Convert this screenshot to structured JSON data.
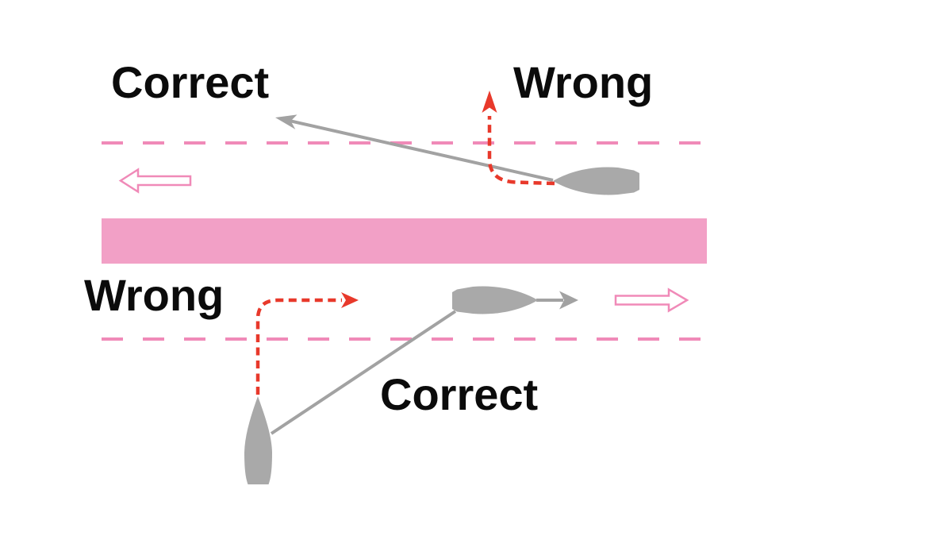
{
  "labels": {
    "top_left": "Correct",
    "top_right": "Wrong",
    "bottom_left": "Wrong",
    "bottom_center": "Correct"
  },
  "colors": {
    "background": "#ffffff",
    "separation_band": "#f2a0c6",
    "lane_boundary": "#f08ab8",
    "wrong_path_red": "#e8392b",
    "correct_path_gray": "#a2a2a2",
    "boat_gray": "#a9a9a9",
    "label_text": "#0b0b0b"
  },
  "icons": {
    "boat_upper": "boat-top-view-heading-left",
    "boat_middle": "boat-top-view-heading-right",
    "boat_lower": "boat-top-view-heading-up",
    "flow_arrow_left": "lane-traffic-direction-left-arrow",
    "flow_arrow_right": "lane-traffic-direction-right-arrow",
    "route_upper_correct": "correct-route-solid-arrow",
    "route_lower_correct": "correct-route-solid-arrow",
    "route_upper_wrong": "wrong-route-dashed-arrow",
    "route_lower_wrong": "wrong-route-dashed-arrow"
  }
}
